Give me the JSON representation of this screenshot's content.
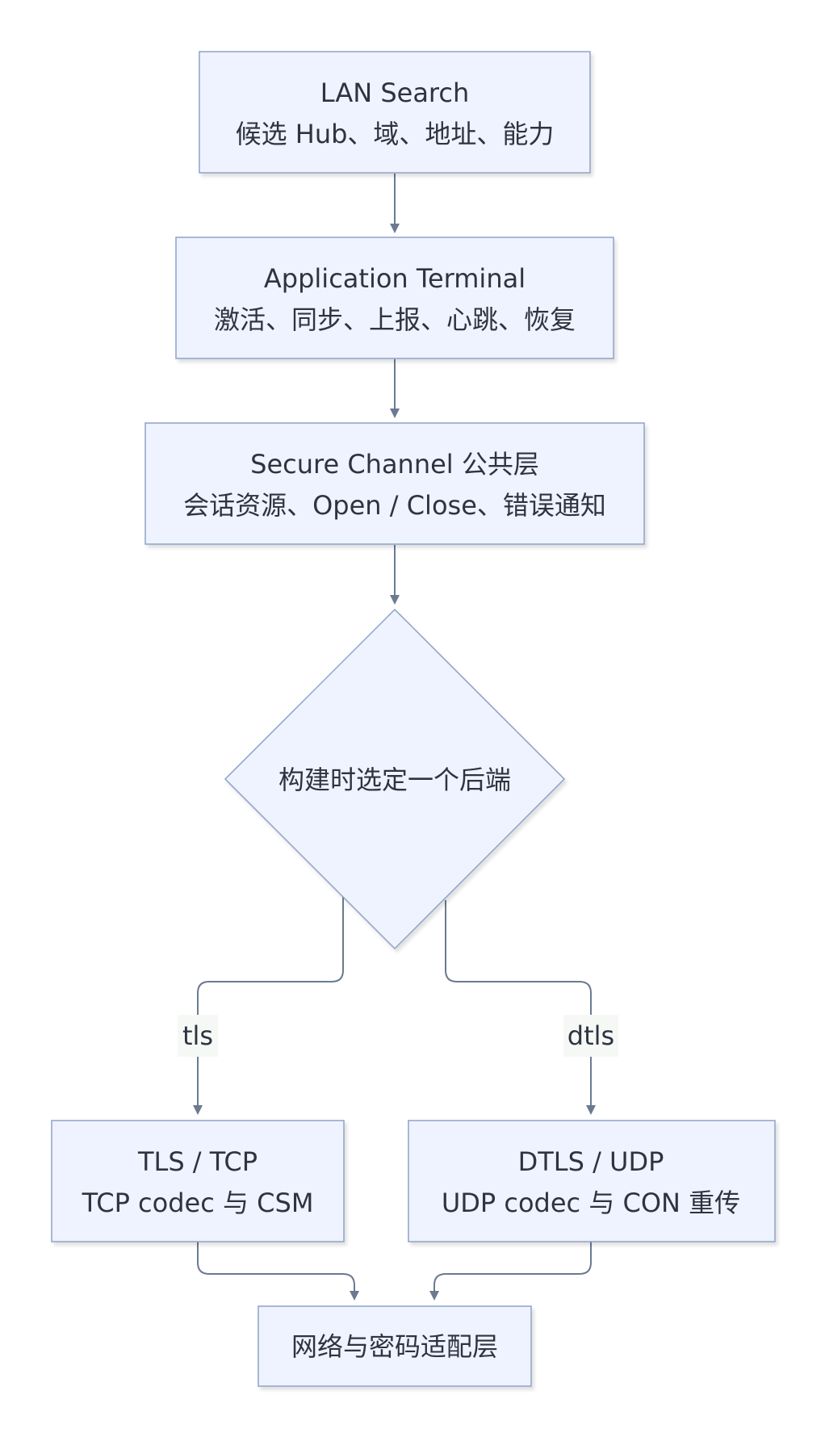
{
  "nodes": {
    "lan_search": {
      "line1": "LAN Search",
      "line2": "候选 Hub、域、地址、能力"
    },
    "app_terminal": {
      "line1": "Application Terminal",
      "line2": "激活、同步、上报、心跳、恢复"
    },
    "secure_channel": {
      "line1": "Secure Channel 公共层",
      "line2": "会话资源、Open / Close、错误通知"
    },
    "decision": {
      "label": "构建时选定一个后端"
    },
    "tls_tcp": {
      "line1": "TLS / TCP",
      "line2": "TCP codec 与 CSM"
    },
    "dtls_udp": {
      "line1": "DTLS / UDP",
      "line2": "UDP codec 与 CON 重传"
    },
    "network_crypto": {
      "label": "网络与密码适配层"
    }
  },
  "edges": {
    "tls": "tls",
    "dtls": "dtls"
  },
  "colors": {
    "node_fill": "#eef3ff",
    "node_stroke": "#8ea2c8",
    "edge": "#6b7a90",
    "text": "#2d3440"
  }
}
